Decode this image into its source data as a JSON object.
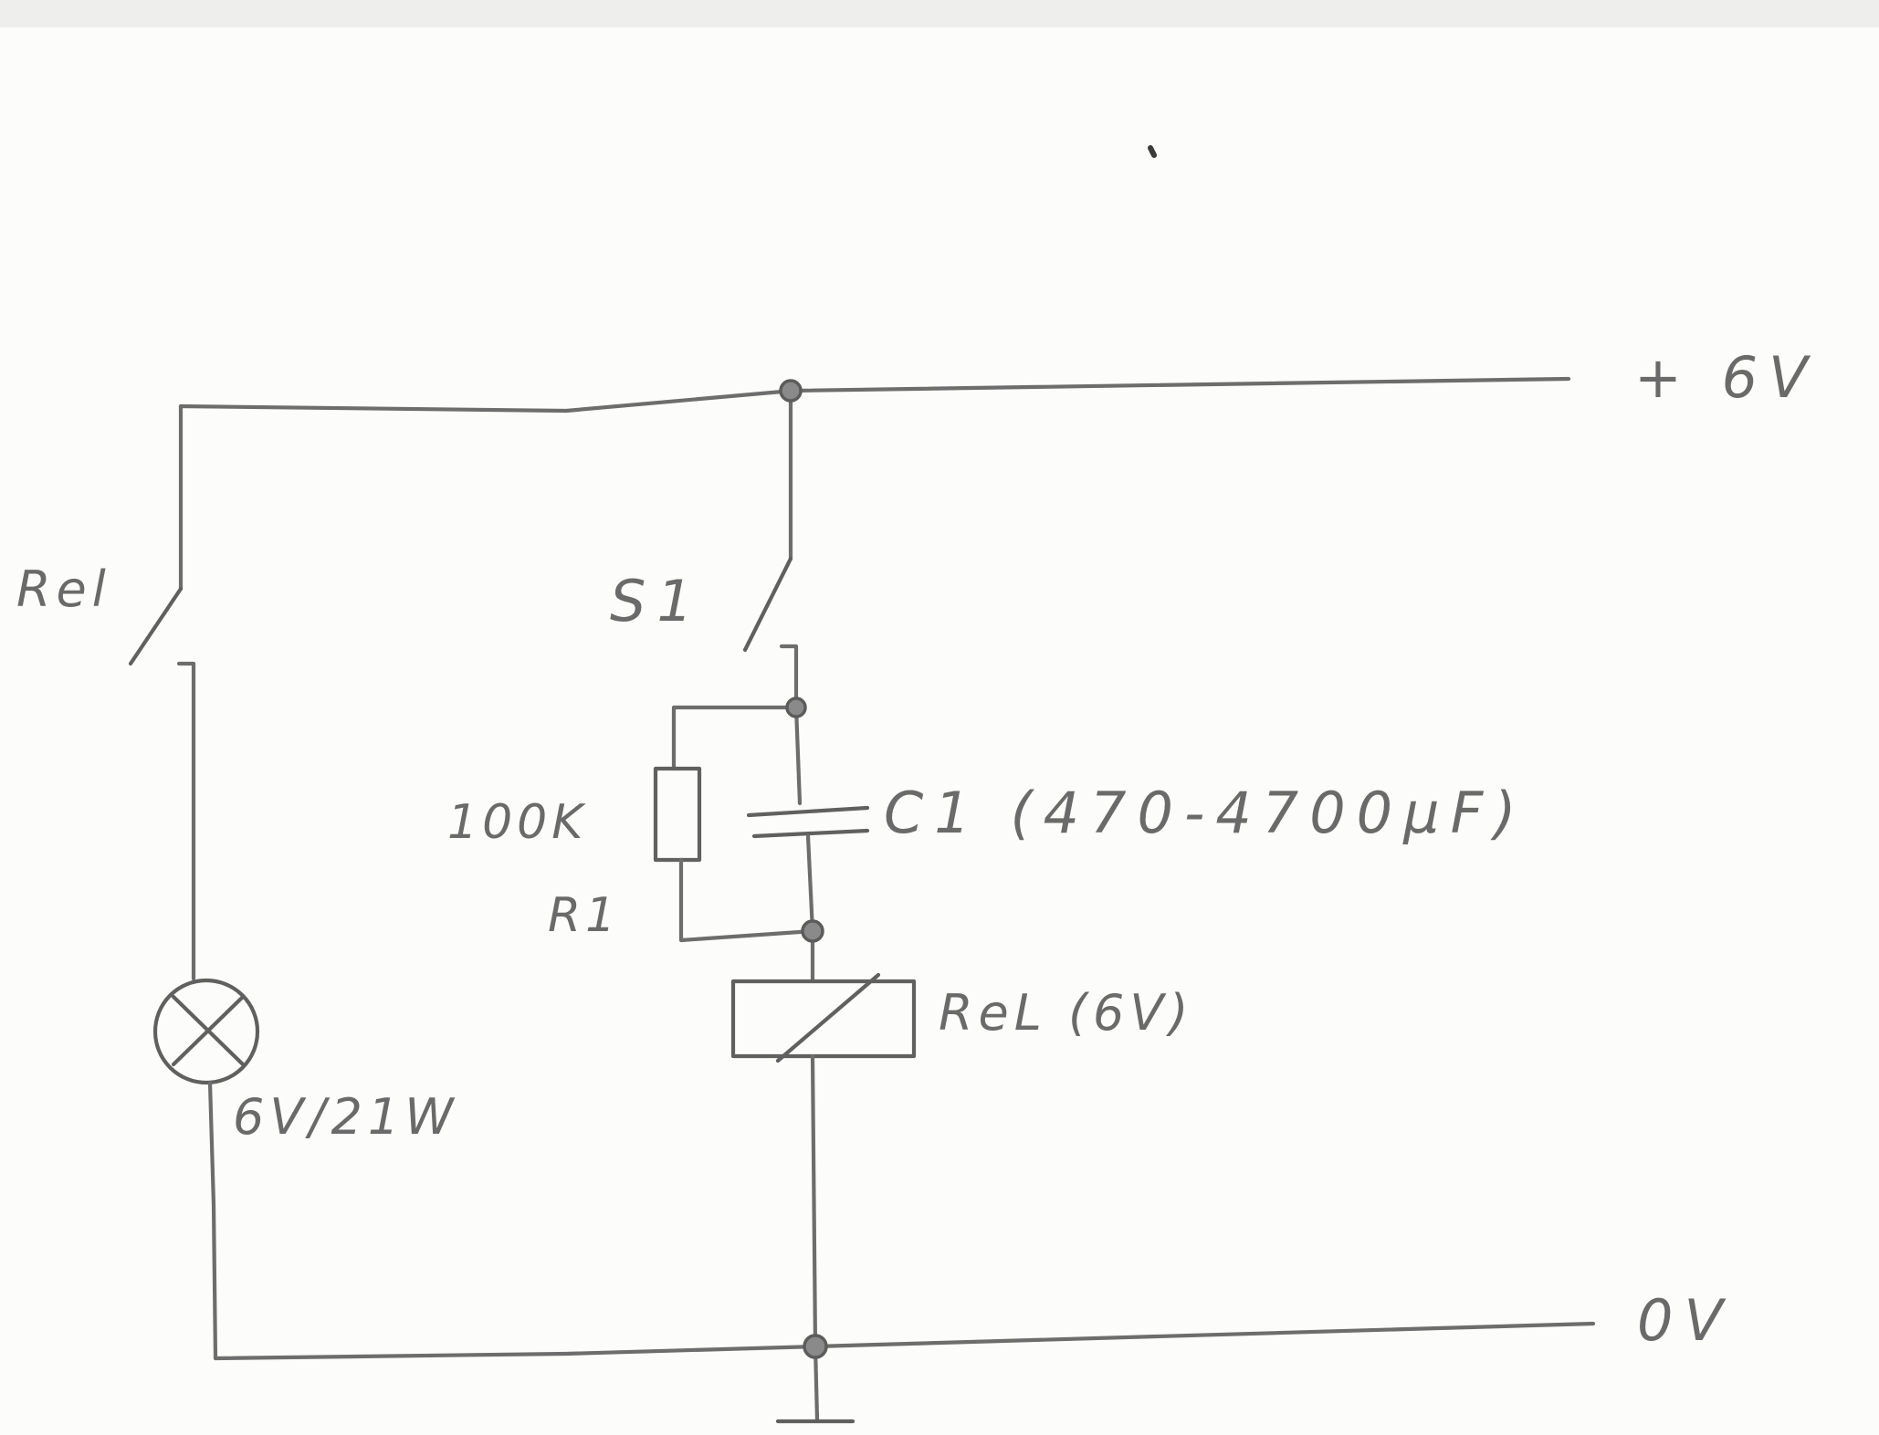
{
  "labels": {
    "supply_positive": "+ 6V",
    "supply_zero": "0V",
    "relay_contact": "Rel",
    "switch": "S1",
    "resistor_value": "100K",
    "resistor_name": "R1",
    "capacitor": "C1 (470-4700µF)",
    "relay_coil": "ReL (6V)",
    "lamp": "6V/21W"
  }
}
